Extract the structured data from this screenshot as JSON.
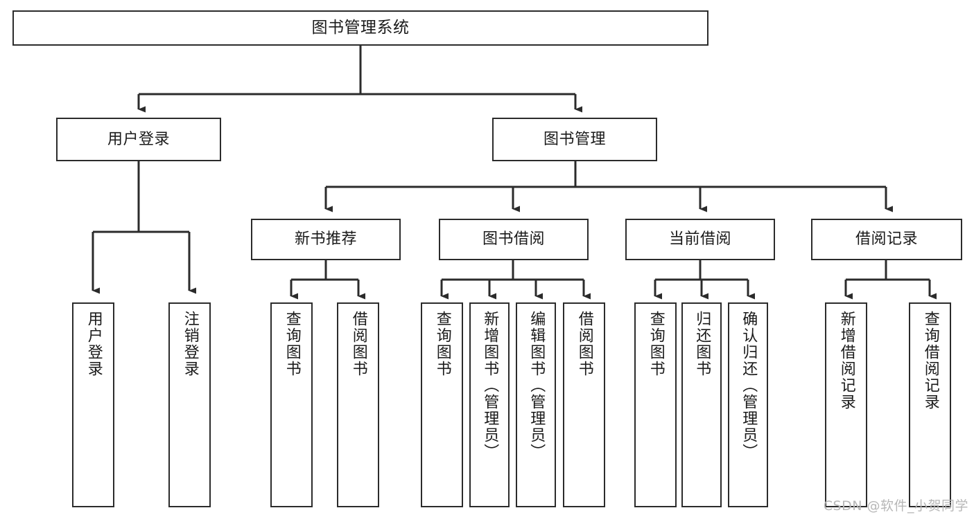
{
  "diagram": {
    "title": "图书管理系统",
    "type": "tree",
    "watermark": "CSDN @软件_小贺同学",
    "colors": {
      "box_border": "#2b2b2b",
      "box_fill": "#ffffff",
      "edge": "#2b2b2b",
      "text": "#1a1a1a",
      "watermark": "#b7b7b7"
    },
    "root": {
      "label": "图书管理系统"
    },
    "level1": [
      {
        "label": "用户登录"
      },
      {
        "label": "图书管理"
      }
    ],
    "level2": [
      {
        "label": "新书推荐"
      },
      {
        "label": "图书借阅"
      },
      {
        "label": "当前借阅"
      },
      {
        "label": "借阅记录"
      }
    ],
    "leaves": {
      "user_login": [
        {
          "label": "用户登录"
        },
        {
          "label": "注销登录"
        }
      ],
      "new_book_recommend": [
        {
          "label": "查询图书"
        },
        {
          "label": "借阅图书"
        }
      ],
      "book_borrow": [
        {
          "label": "查询图书"
        },
        {
          "label": "新增图书（管理员）"
        },
        {
          "label": "编辑图书（管理员）"
        },
        {
          "label": "借阅图书"
        }
      ],
      "current_borrow": [
        {
          "label": "查询图书"
        },
        {
          "label": "归还图书"
        },
        {
          "label": "确认归还（管理员）"
        }
      ],
      "borrow_record": [
        {
          "label": "新增借阅记录"
        },
        {
          "label": "查询借阅记录"
        }
      ]
    }
  }
}
